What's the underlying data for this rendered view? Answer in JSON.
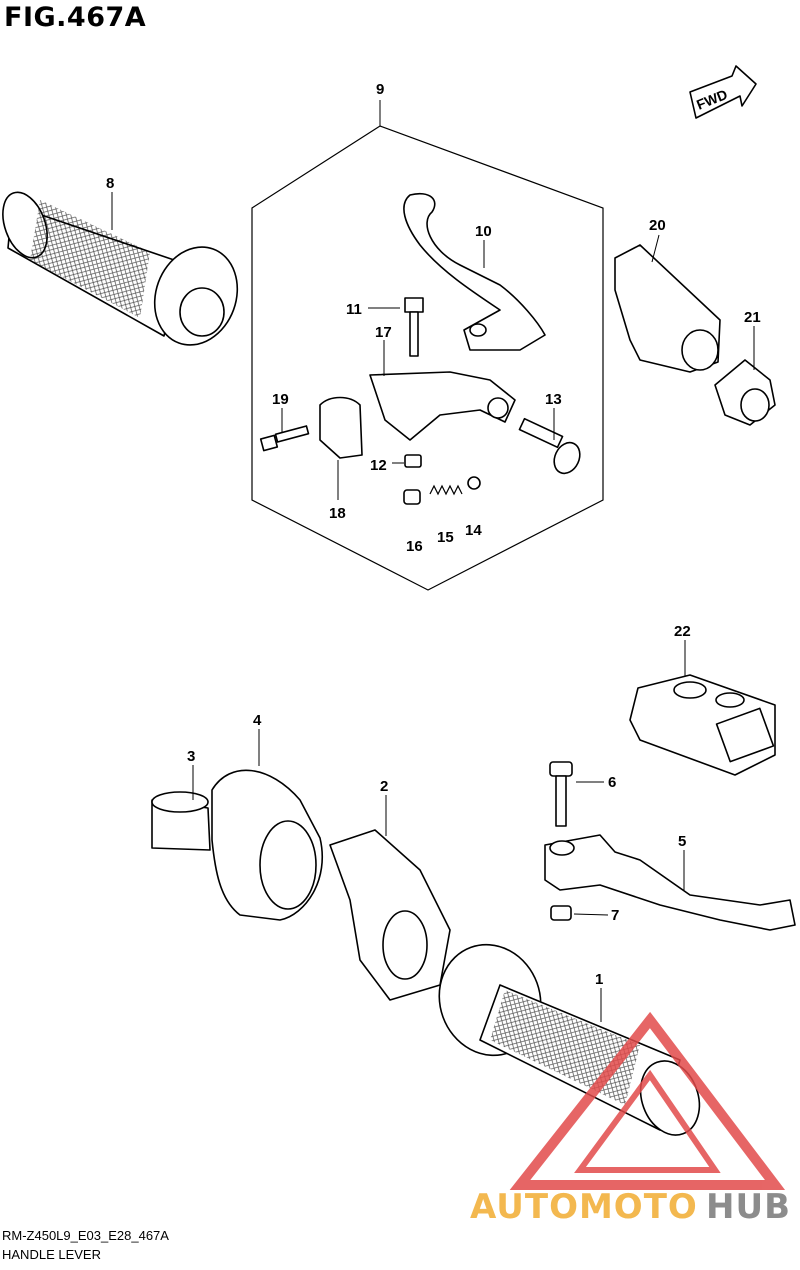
{
  "figure": {
    "title": "FIG.467A",
    "code": "RM-Z450L9_E03_E28_467A",
    "caption": "HANDLE LEVER",
    "fwd_label": "FWD"
  },
  "watermark": {
    "brand_left": "AUTOMOTO",
    "brand_right": "HUB",
    "accent_color": "#e24b4b",
    "brand_left_color": "#f3b84f",
    "brand_right_color": "#8c8c8c"
  },
  "callouts": [
    "1",
    "2",
    "3",
    "4",
    "5",
    "6",
    "7",
    "8",
    "9",
    "10",
    "11",
    "12",
    "13",
    "14",
    "15",
    "16",
    "17",
    "18",
    "19",
    "20",
    "21",
    "22"
  ]
}
